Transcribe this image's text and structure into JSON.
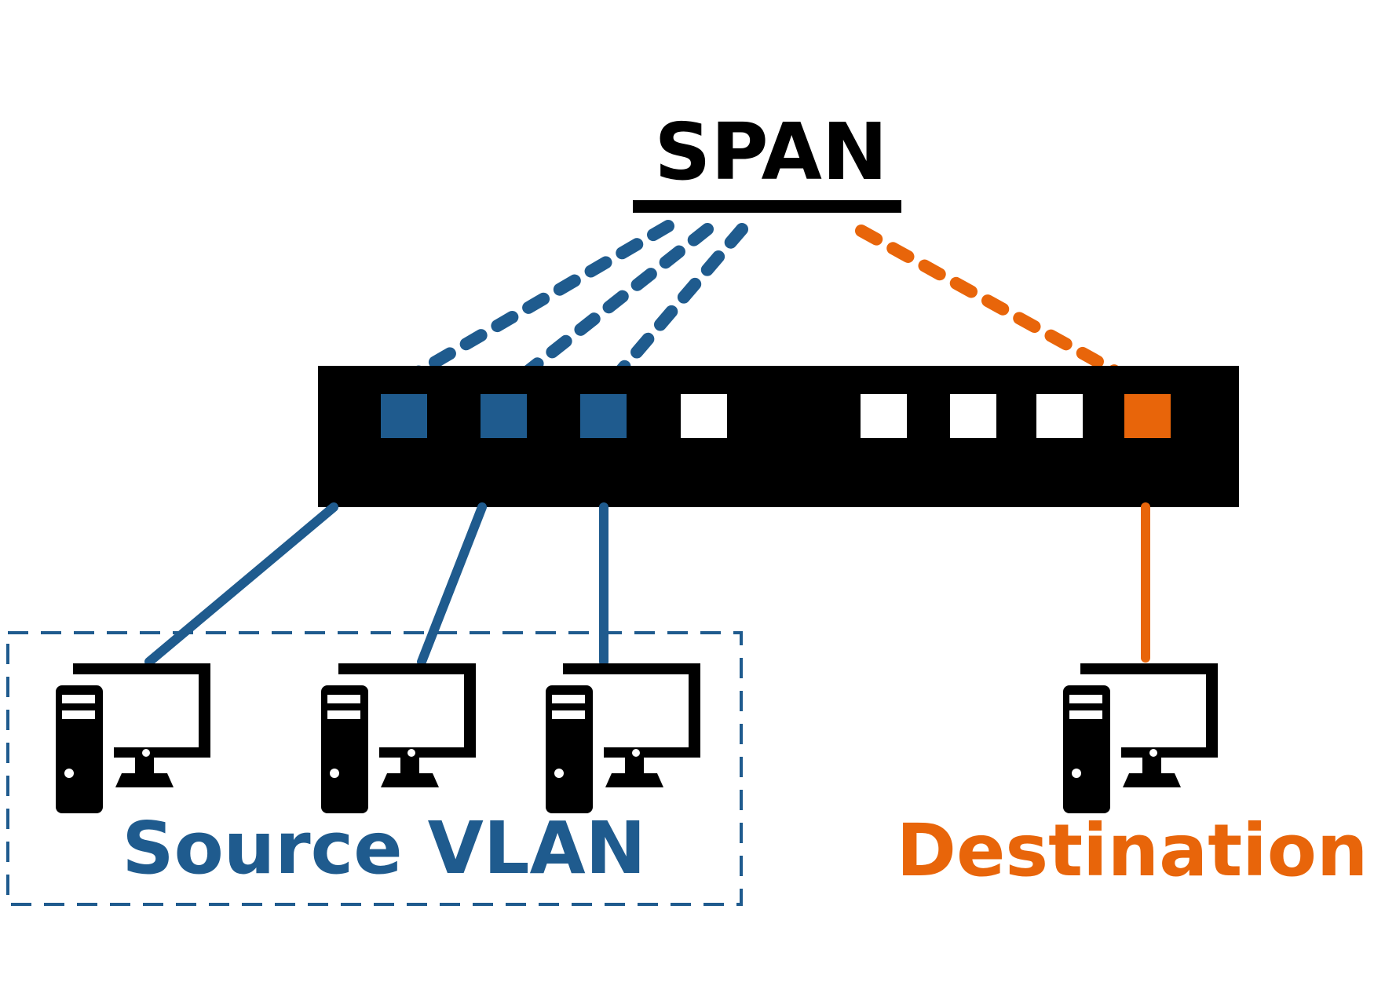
{
  "title": "SPAN",
  "source_label": "Source VLAN",
  "destination_label": "Destination",
  "colors": {
    "source": "#1f5b8e",
    "destination": "#e8650a",
    "switch": "#000000",
    "port_idle": "#ffffff",
    "title": "#000000"
  },
  "switch": {
    "ports": [
      {
        "role": "source"
      },
      {
        "role": "source"
      },
      {
        "role": "source"
      },
      {
        "role": "idle"
      },
      {
        "role": "idle"
      },
      {
        "role": "idle"
      },
      {
        "role": "idle"
      },
      {
        "role": "destination"
      }
    ]
  },
  "icons": {
    "computer": "desktop-computer-icon"
  }
}
